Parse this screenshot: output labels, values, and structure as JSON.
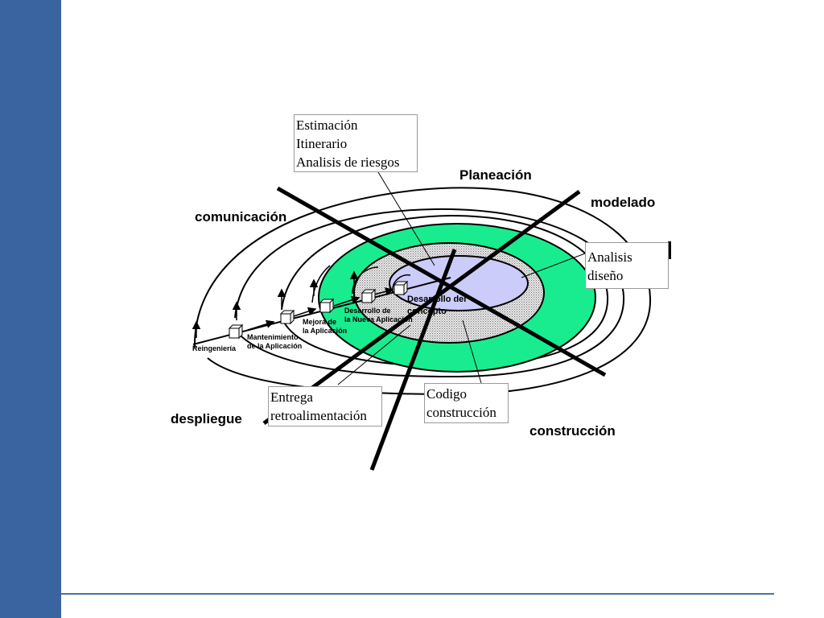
{
  "sectors": {
    "planeacion": "Planeación",
    "modelado": "modelado",
    "comunicacion": "comunicación",
    "despliegue": "despliegue",
    "construccion": "construcción"
  },
  "boxes": {
    "planeacion_tasks": [
      "Estimación",
      "Itinerario",
      "Analisis de riesgos"
    ],
    "modelado_tasks": [
      "Analisis",
      "diseño"
    ],
    "despliegue_tasks": [
      "Entrega",
      "retroalimentación"
    ],
    "construccion_tasks": [
      "Codigo",
      "construcción"
    ]
  },
  "projects": {
    "concepto": [
      "Desarrollo del",
      "concepto"
    ],
    "nueva_app": [
      "Desarrollo de",
      "la Nueva Aplicación"
    ],
    "mejora": [
      "Mejora de",
      "la Aplicación"
    ],
    "mantenimiento": [
      "Mantenimiento",
      "de la Aplicación"
    ],
    "reingenieria": "Reingeniería"
  },
  "colors": {
    "sidebar": "#3a64a0",
    "ring_green": "#19ec8f",
    "core_lavender": "#ccccfa",
    "stipple": "#c9c9c9"
  }
}
